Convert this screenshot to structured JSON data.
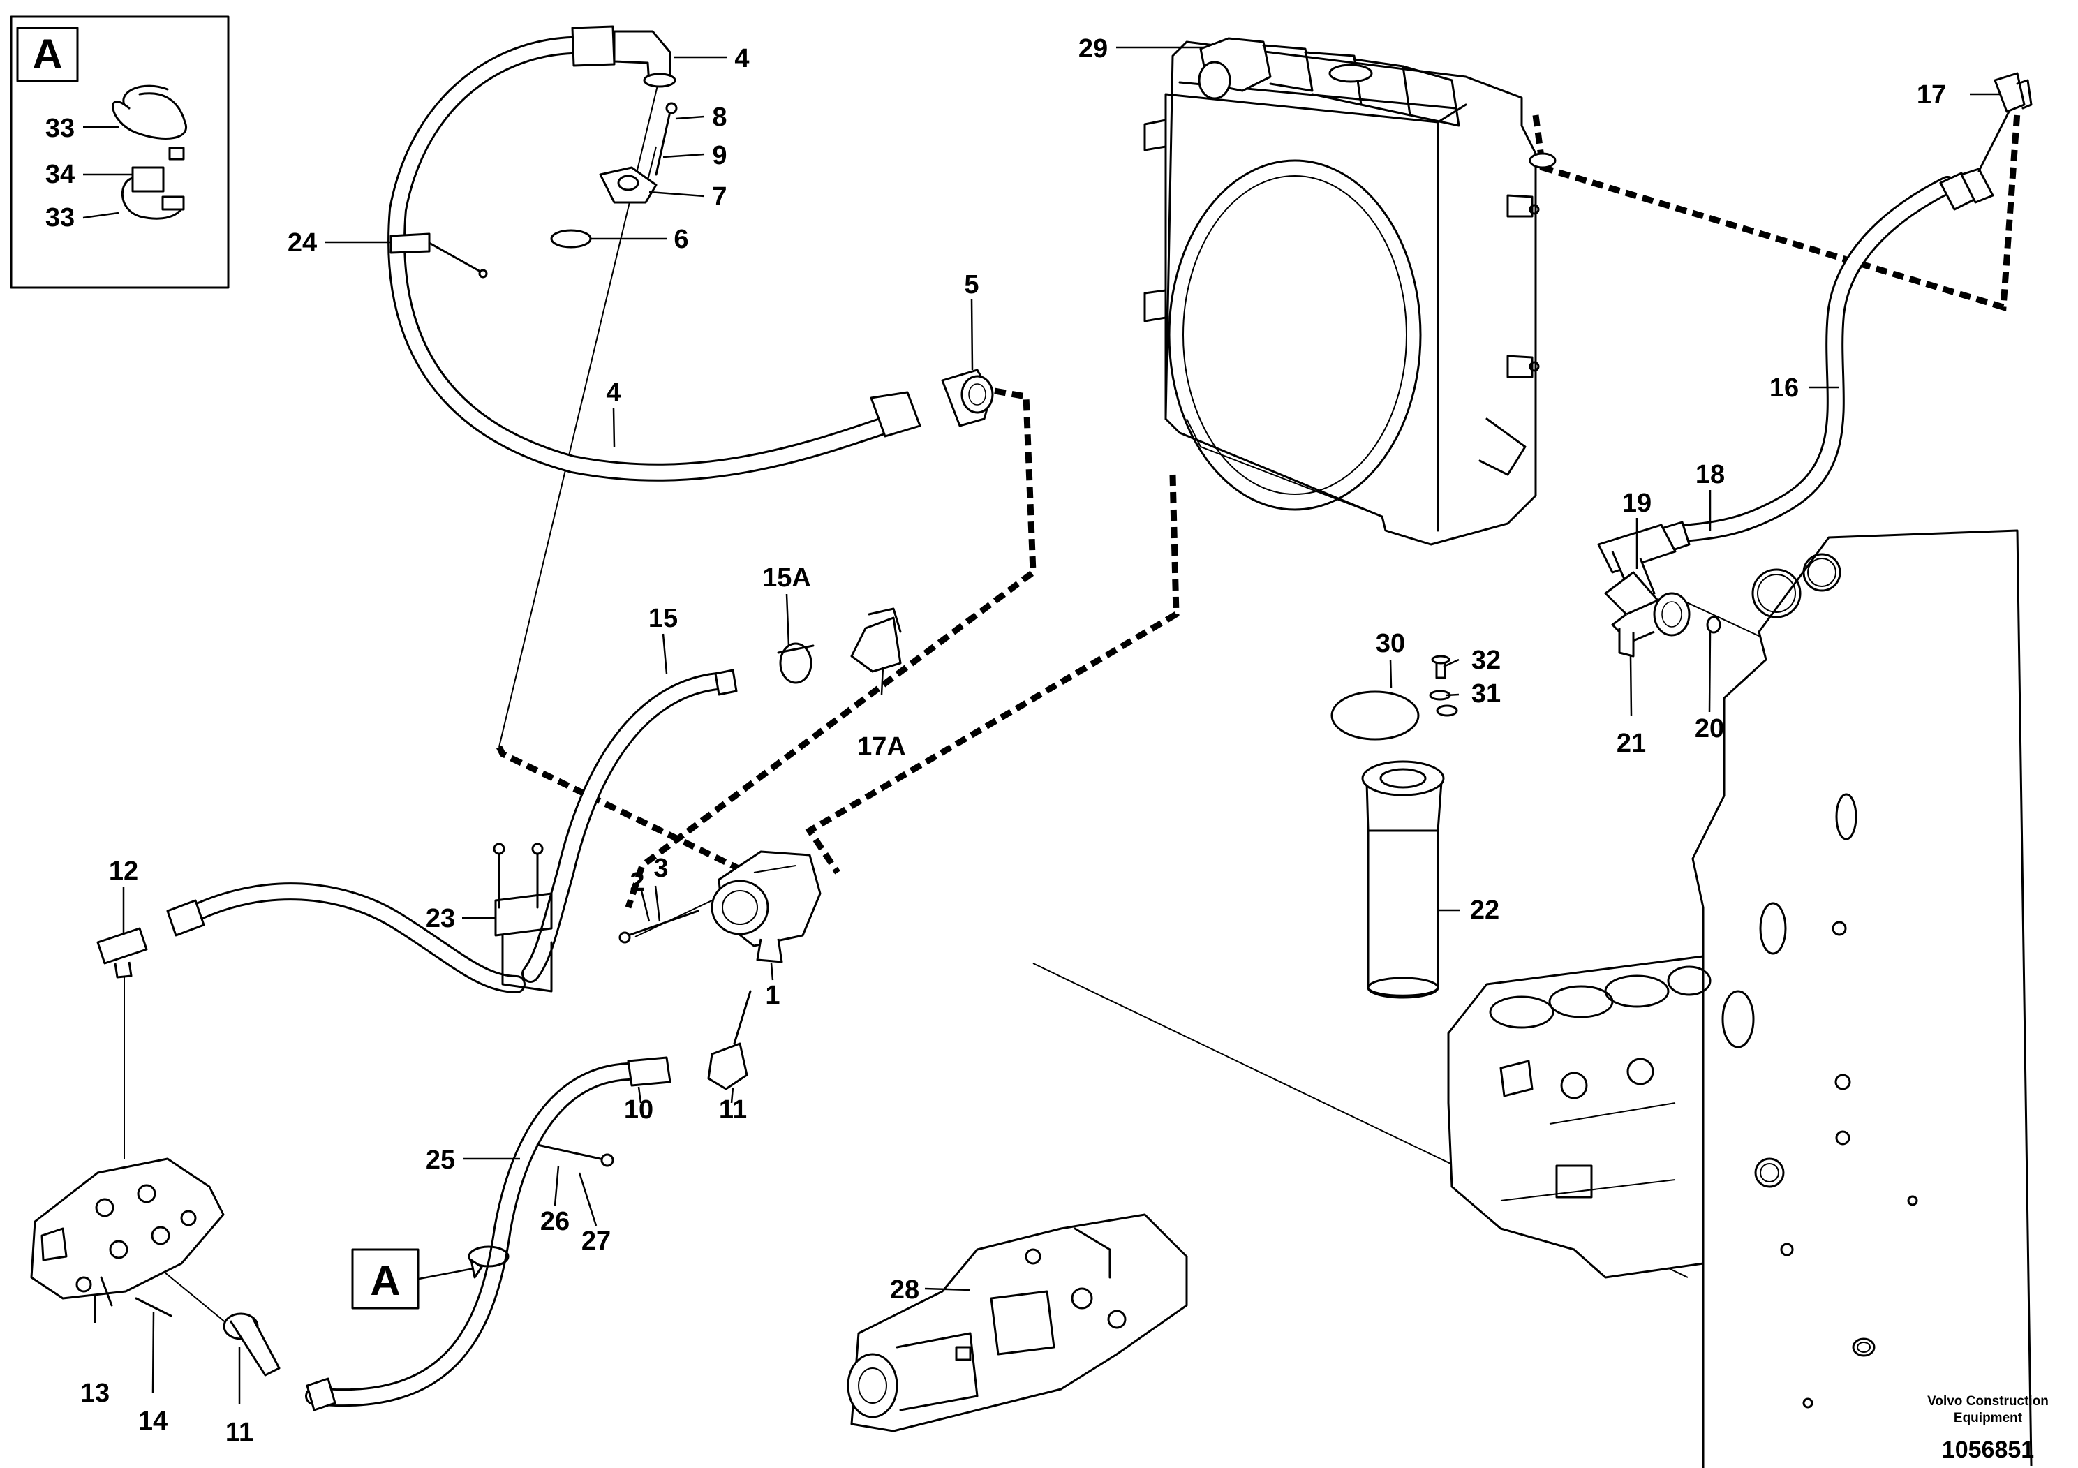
{
  "diagram": {
    "brand_line1": "Volvo Construction",
    "brand_line2": "Equipment",
    "document_number": "1056851",
    "detail_box_letter": "A",
    "detail_marker_letter": "A",
    "callouts": {
      "c1": "1",
      "c2": "2",
      "c3": "3",
      "c4a": "4",
      "c4b": "4",
      "c5": "5",
      "c6": "6",
      "c7": "7",
      "c8": "8",
      "c9": "9",
      "c10": "10",
      "c11a": "11",
      "c11b": "11",
      "c12": "12",
      "c13": "13",
      "c14": "14",
      "c15": "15",
      "c15A": "15A",
      "c16": "16",
      "c17": "17",
      "c17A": "17A",
      "c18": "18",
      "c19": "19",
      "c20": "20",
      "c21": "21",
      "c22": "22",
      "c23": "23",
      "c24": "24",
      "c25": "25",
      "c26": "26",
      "c27": "27",
      "c28": "28",
      "c29": "29",
      "c30": "30",
      "c31": "31",
      "c32": "32",
      "c33a": "33",
      "c33b": "33",
      "c34": "34"
    }
  }
}
